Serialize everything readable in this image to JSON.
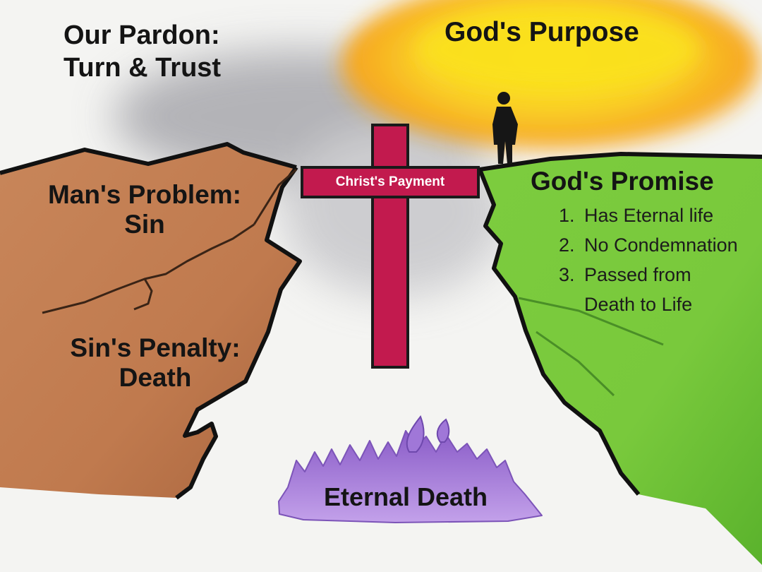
{
  "pardon": {
    "line1": "Our Pardon:",
    "line2": "Turn & Trust"
  },
  "purpose": {
    "title": "God's Purpose"
  },
  "problem": {
    "line1": "Man's Problem:",
    "line2": "Sin"
  },
  "penalty": {
    "line1": "Sin's Penalty:",
    "line2": "Death"
  },
  "cross": {
    "label": "Christ's Payment"
  },
  "promise": {
    "title": "God's Promise",
    "items": [
      {
        "num": "1.",
        "lines": [
          "Has Eternal life"
        ]
      },
      {
        "num": "2.",
        "lines": [
          "No Condemnation"
        ]
      },
      {
        "num": "3.",
        "lines": [
          "Passed from",
          "Death to Life"
        ]
      }
    ]
  },
  "abyss": {
    "label": "Eternal Death"
  },
  "icons": {
    "person": "person-silhouette-icon",
    "cross": "cross-icon",
    "flames": "flame-icon"
  },
  "colors": {
    "background": "#f4f4f2",
    "sky_shadow": "#9a9aa0",
    "sun_yellow": "#fbe21c",
    "sun_orange": "#f7a61e",
    "left_cliff": "#c98a5c",
    "right_cliff": "#79c93c",
    "cross": "#c21a4e",
    "flames": "#a77ed6",
    "outline": "#111111"
  }
}
